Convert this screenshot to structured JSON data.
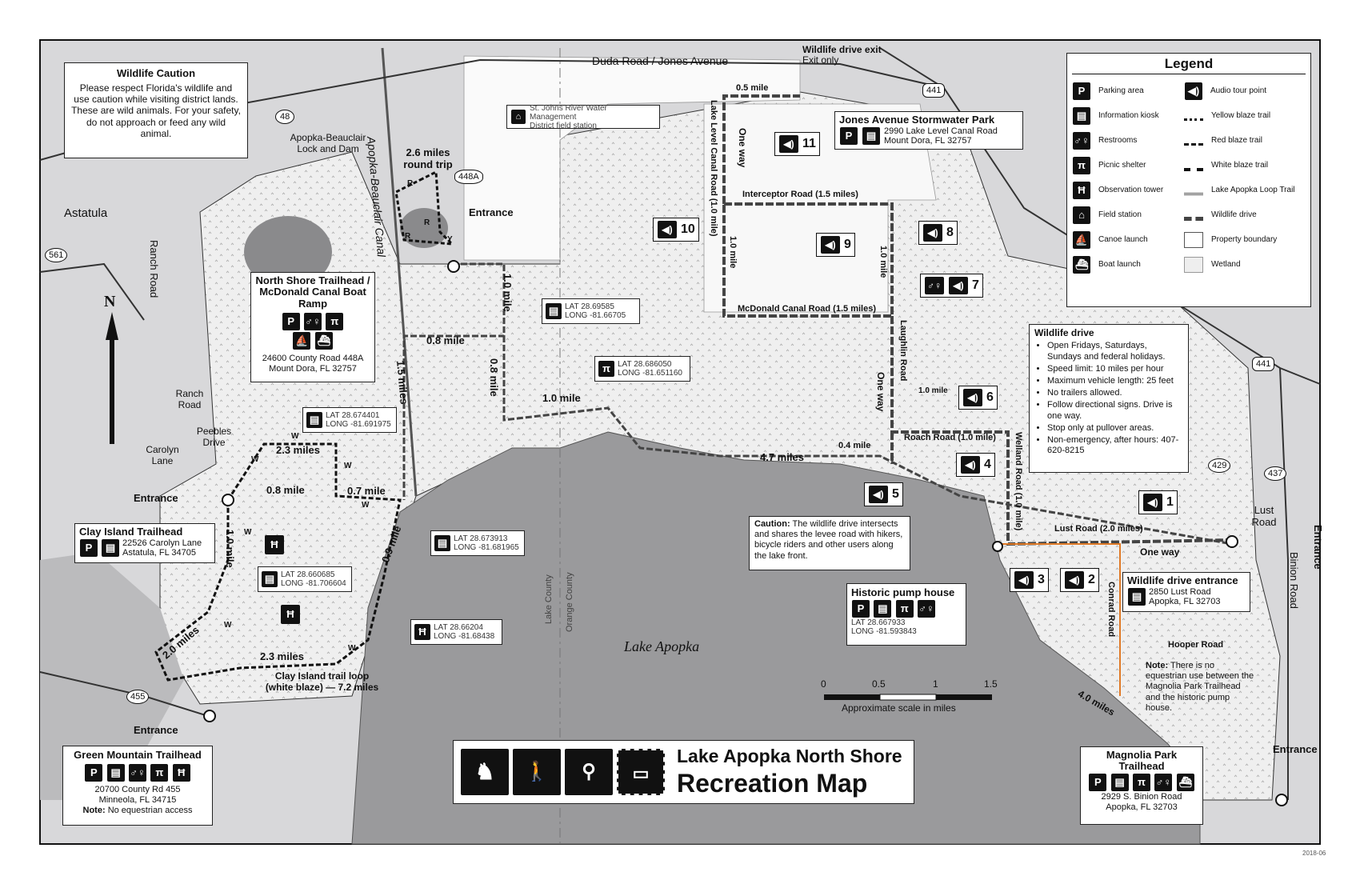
{
  "caution_box": {
    "title": "Wildlife Caution",
    "text": "Please respect Florida's wildlife and use caution while visiting district lands. These are wild animals. For your safety, do not approach or feed any wild animal."
  },
  "roads": {
    "duda_road": "Duda Road",
    "separator": "/",
    "jones_avenue": "Jones Avenue",
    "ranch_road_vertical": "Ranch Road",
    "ranch_road": "Ranch Road",
    "peebles_drive": "Peebles Drive",
    "carolyn_lane": "Carolyn Lane",
    "lake_level_canal_road": "Lake Level Canal Road (1.0 mile)",
    "interceptor_road": "Interceptor Road (1.5 miles)",
    "mcdonald_canal_road": "McDonald Canal Road (1.5 miles)",
    "laughlin_road": "Laughlin Road",
    "roach_road": "Roach Road (1.0 mile)",
    "welland_road": "Welland Road (1.0 mile)",
    "lust_road": "Lust Road (2.0 miles)",
    "conrad_road": "Conrad Road",
    "hooper_road": "Hooper Road",
    "lust_road_east": "Lust Road",
    "binion_road": "Binion Road",
    "apopka_beauclair_canal": "Apopka-Beauclair Canal"
  },
  "highways": [
    "48",
    "448A",
    "561",
    "455",
    "441",
    "441",
    "429",
    "437"
  ],
  "places": {
    "astatula": "Astatula",
    "lock_and_dam": "Apopka-Beauclair Lock and Dam",
    "lake_apopka": "Lake Apopka",
    "lake_county": "Lake County",
    "orange_county": "Orange County",
    "north": "N"
  },
  "wildlife_exit": {
    "title": "Wildlife drive exit",
    "sub": "Exit only"
  },
  "field_station": {
    "line1": "St. Johns River Water Management",
    "line2": "District field station"
  },
  "jones_park": {
    "title": "Jones Avenue Stormwater Park",
    "address1": "2990 Lake Level Canal Road",
    "address2": "Mount Dora, FL 32757"
  },
  "north_shore": {
    "title": "North Shore Trailhead / McDonald Canal Boat Ramp",
    "address1": "24600 County Road 448A",
    "address2": "Mount Dora, FL 32757"
  },
  "clay_island": {
    "title": "Clay Island Trailhead",
    "address1": "22526 Carolyn Lane",
    "address2": "Astatula, FL 34705"
  },
  "green_mountain": {
    "title": "Green Mountain Trailhead",
    "address1": "20700 County Rd 455",
    "address2": "Minneola, FL 34715",
    "note_label": "Note:",
    "note": "No equestrian access"
  },
  "pump_house": {
    "title": "Historic pump house",
    "lat": "LAT 28.667933",
    "long": "LONG -81.593843"
  },
  "drive_entrance": {
    "title": "Wildlife drive entrance",
    "address1": "2850 Lust Road",
    "address2": "Apopka, FL 32703"
  },
  "magnolia": {
    "title": "Magnolia Park Trailhead",
    "address1": "2929 S. Binion Road",
    "address2": "Apopka, FL 32703"
  },
  "coords": [
    {
      "lat": "LAT 28.69585",
      "long": "LONG -81.66705"
    },
    {
      "lat": "LAT 28.686050",
      "long": "LONG -81.651160"
    },
    {
      "lat": "LAT 28.674401",
      "long": "LONG -81.691975"
    },
    {
      "lat": "LAT 28.673913",
      "long": "LONG -81.681965"
    },
    {
      "lat": "LAT 28.660685",
      "long": "LONG -81.706604"
    },
    {
      "lat": "LAT 28.66204",
      "long": "LONG -81.68438"
    }
  ],
  "distances": {
    "round_trip": "2.6 miles round trip",
    "d_05": "0.5 mile",
    "d_10_a": "1.0 mile",
    "d_10_b": "1.0 mile",
    "d_10_c": "1.0 mile",
    "d_10_d": "1.0 mile",
    "d_10_e": "1.0 mile",
    "d_08_a": "0.8 mile",
    "d_08_b": "0.8 mile",
    "d_08_c": "0.8 mile",
    "d_15": "1.5 miles",
    "d_23_a": "2.3 miles",
    "d_23_b": "2.3 miles",
    "d_07": "0.7 mile",
    "d_09": "0.9 mile",
    "d_20": "2.0 miles",
    "d_47": "4.7 miles",
    "d_04": "0.4 mile",
    "d_40": "4.0 miles",
    "loop": "Clay Island trail loop (white blaze) — 7.2 miles",
    "d_10_side": "1.0 mile"
  },
  "labels": {
    "entrance": "Entrance",
    "one_way": "One way",
    "trail_w": "W",
    "trail_r": "R",
    "trail_y": "Y"
  },
  "audio_points": [
    "1",
    "2",
    "3",
    "4",
    "5",
    "6",
    "7",
    "8",
    "9",
    "10",
    "11"
  ],
  "caution_note": {
    "label": "Caution:",
    "text": "The wildlife drive intersects and shares the levee road with hikers, bicycle riders and other users along the lake front."
  },
  "equestrian_note": {
    "label": "Note:",
    "text": "There is no equestrian use between the Magnolia Park Trailhead and the historic pump house."
  },
  "wildlife_drive": {
    "title": "Wildlife drive",
    "items": [
      "Open Fridays, Saturdays, Sundays and federal holidays.",
      "Speed limit: 10 miles per hour",
      "Maximum vehicle length: 25 feet",
      "No trailers allowed.",
      "Follow directional signs. Drive is one way.",
      "Stop only at pullover areas.",
      "Non-emergency, after hours: 407-620-8215"
    ]
  },
  "legend": {
    "title": "Legend",
    "left": [
      "Parking area",
      "Information kiosk",
      "Restrooms",
      "Picnic shelter",
      "Observation tower",
      "Field station",
      "Canoe launch",
      "Boat launch"
    ],
    "right": [
      "Audio tour point",
      "Yellow blaze trail",
      "Red blaze trail",
      "White blaze trail",
      "Lake Apopka Loop Trail",
      "Wildlife drive",
      "Property boundary",
      "Wetland"
    ]
  },
  "scale": {
    "ticks": [
      "0",
      "0.5",
      "1",
      "1.5"
    ],
    "label": "Approximate scale in miles"
  },
  "title": {
    "line1": "Lake Apopka North Shore",
    "line2": "Recreation Map"
  },
  "version": "2018-06",
  "colors": {
    "lake": "#9a9a9c",
    "land": "#d9d9db",
    "wetland": "#eeeeee",
    "water_dark": "#7d7d80",
    "highlight": "#e07a26"
  }
}
